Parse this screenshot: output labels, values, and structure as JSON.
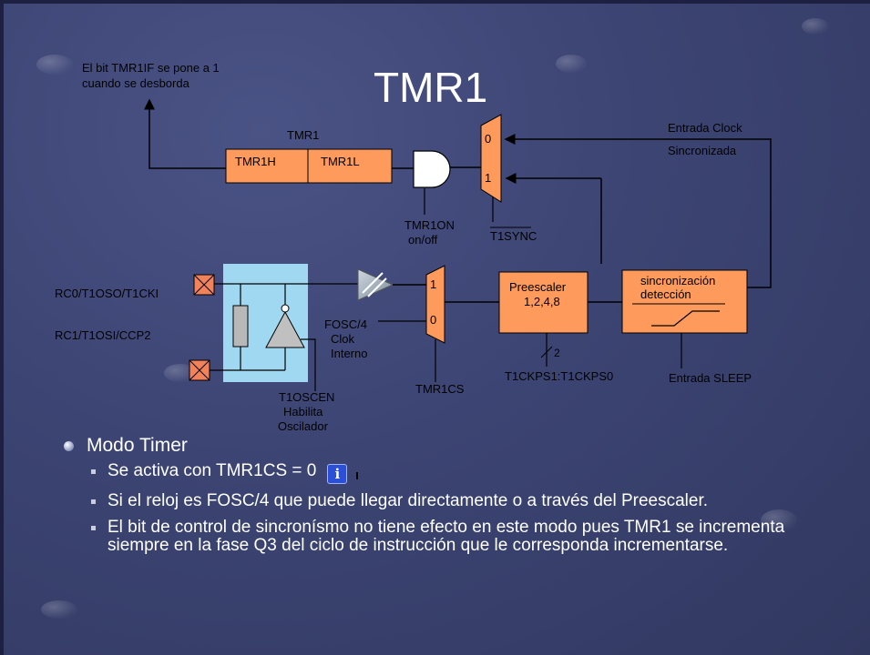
{
  "slide": {
    "title": "TMR1"
  },
  "diagram": {
    "overflow_note_line1": "El bit TMR1IF se pone a 1",
    "overflow_note_line2": "cuando se desborda",
    "register_label": "TMR1",
    "tmr1h": "TMR1H",
    "tmr1l": "TMR1L",
    "tmr1on_line1": "TMR1ON",
    "tmr1on_line2": "on/off",
    "sync_mux_in0": "0",
    "sync_mux_in1": "1",
    "t1sync": "T1SYNC",
    "clock_sync_line1": "Entrada Clock",
    "clock_sync_line2": "Sincronizada",
    "pin_rc0": "RC0/T1OSO/T1CKI",
    "pin_rc1": "RC1/T1OSI/CCP2",
    "fosc_line1": "FOSC/4",
    "fosc_line2": "Clok",
    "fosc_line3": "Interno",
    "src_mux_in1": "1",
    "src_mux_in0": "0",
    "tmr1cs": "TMR1CS",
    "prescaler_line1": "Preescaler",
    "prescaler_line2": "1,2,4,8",
    "prescaler_bits": "2",
    "t1ckps": "T1CKPS1:T1CKPS0",
    "sync_detect_line1": "sincronización",
    "sync_detect_line2": "detección",
    "sleep_input": "Entrada SLEEP",
    "t1oscen_line1": "T1OSCEN",
    "t1oscen_line2": "Habilita",
    "t1oscen_line3": "Oscilador"
  },
  "bullets": {
    "heading": "Modo Timer",
    "item1": "Se activa con TMR1CS = 0",
    "item2": "Si el reloj es FOSC/4 que puede llegar directamente o a través del Preescaler.",
    "item3": "El bit de control de sincronísmo no tiene efecto en este modo pues TMR1 se incrementa  siempre en la fase Q3 del ciclo de instrucción que le corresponda incrementarse."
  },
  "colors": {
    "block_fill": "#fd9a5c",
    "oscillator_fill": "#9fd8f0",
    "pin_fill": "#f2825a",
    "background": "#3c4473"
  },
  "icons": {
    "info": "info-icon"
  }
}
